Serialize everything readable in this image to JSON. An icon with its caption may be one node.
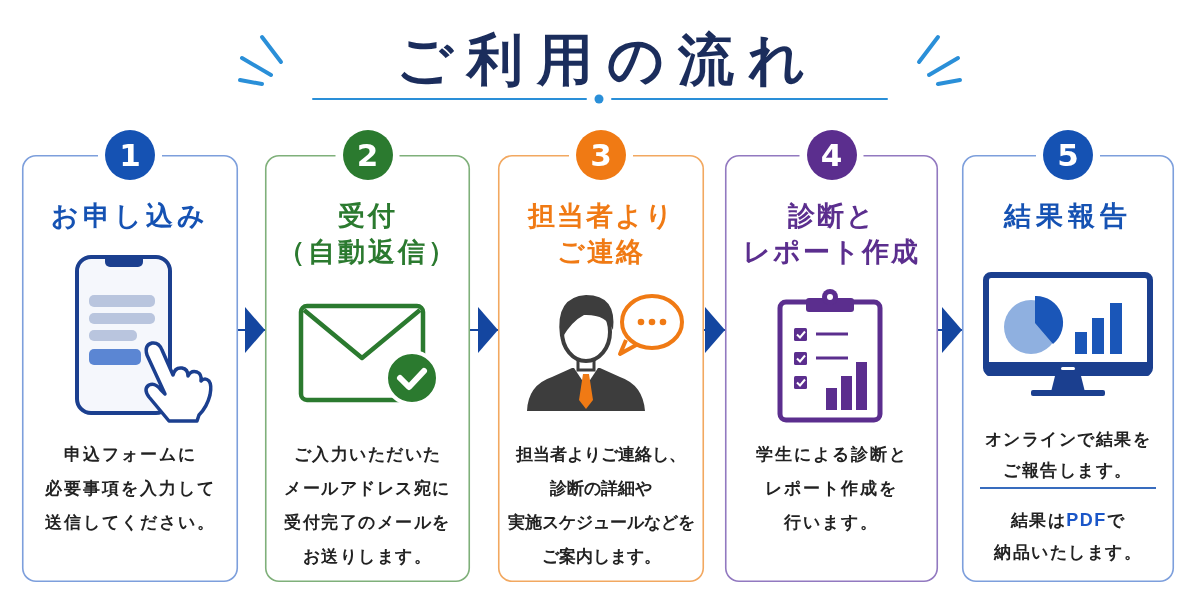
{
  "diagram": {
    "title": "ご利用の流れ",
    "nodes": [
      {
        "text": [
          "1",
          "お申し込み",
          "申込フォームに必要事項を入力して送信してください。"
        ]
      },
      {
        "text": [
          "2",
          "受付（自動返信）",
          "ご入力いただいたメールアドレス宛に受付完了のメールをお送りします。"
        ]
      },
      {
        "text": [
          "3",
          "担当者よりご連絡",
          "担当者よりご連絡し、診断の詳細や実施スケジュールなどをご案内します。"
        ]
      },
      {
        "text": [
          "4",
          "診断とレポート作成",
          "学生による診断とレポート作成を行います。"
        ]
      },
      {
        "text": [
          "5",
          "結果報告",
          "オンラインで結果をご報告します。",
          "結果は**PDF**で納品いたします。"
        ]
      }
    ],
    "edges": [
      {
        "from": 0,
        "to": 1,
        "arrow": "to"
      },
      {
        "from": 1,
        "to": 2,
        "arrow": "to"
      },
      {
        "from": 2,
        "to": 3,
        "arrow": "to"
      },
      {
        "from": 3,
        "to": 4,
        "arrow": "to"
      }
    ]
  }
}
